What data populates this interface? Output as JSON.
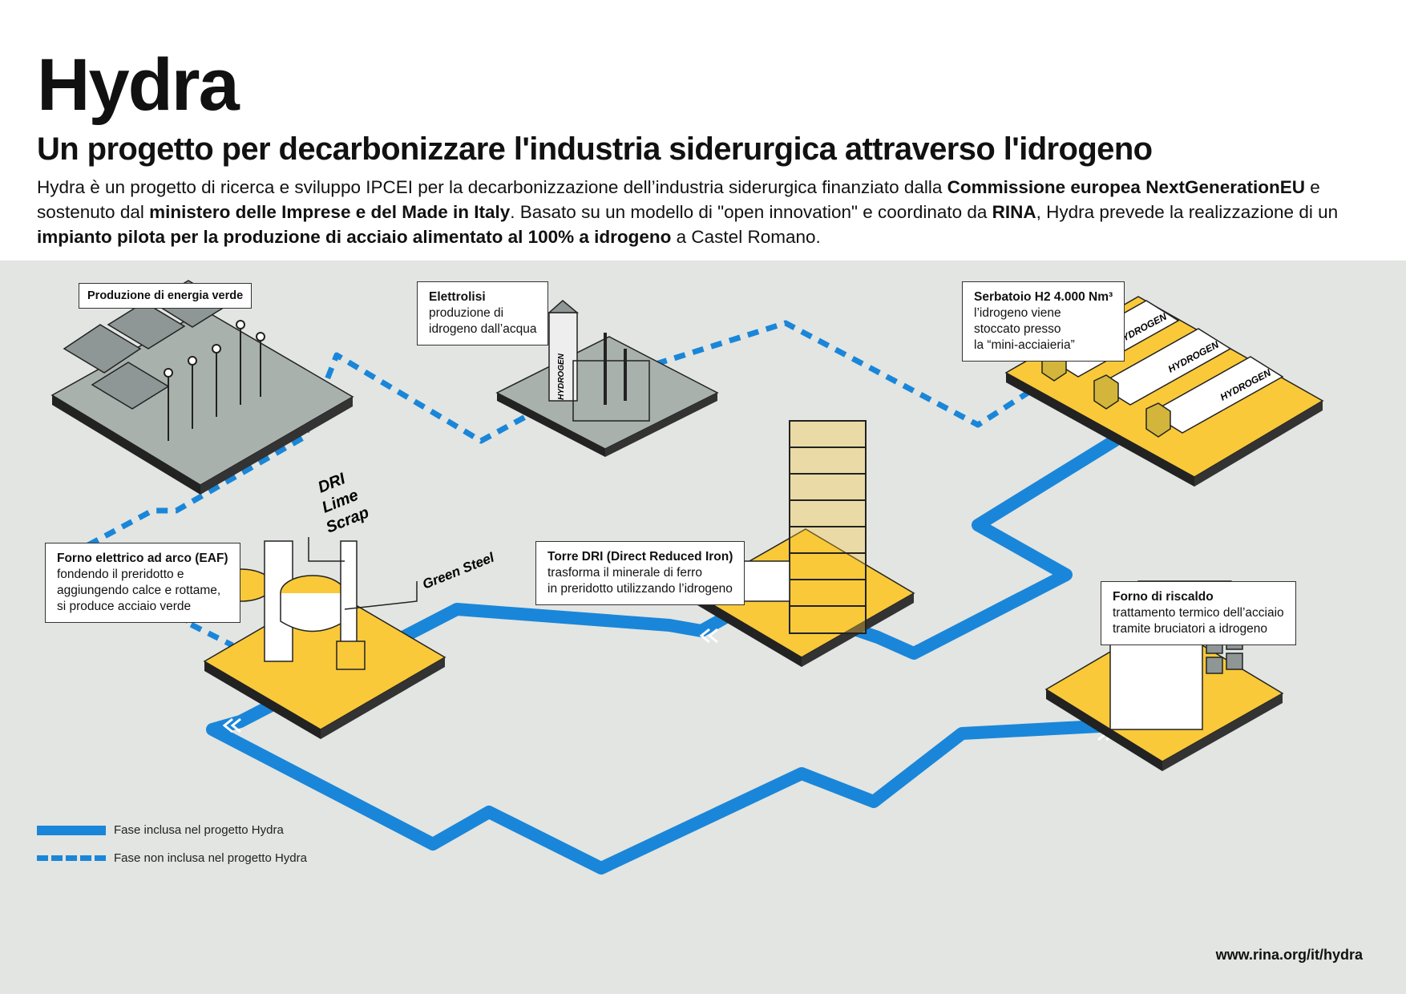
{
  "header": {
    "title": "Hydra",
    "subtitle": "Un progetto per decarbonizzare l'industria siderurgica attraverso l'idrogeno",
    "intro": [
      {
        "text": "Hydra è un progetto di ricerca e sviluppo IPCEI per la decarbonizzazione dell’industria siderurgica finanziato dalla ",
        "bold": false
      },
      {
        "text": "Commissione europea NextGenerationEU",
        "bold": true
      },
      {
        "text": " e sostenuto dal ",
        "bold": false
      },
      {
        "text": "ministero delle Imprese e del Made in Italy",
        "bold": true
      },
      {
        "text": ". Basato su un modello di \"open innovation\" e coordinato da ",
        "bold": false
      },
      {
        "text": "RINA",
        "bold": true
      },
      {
        "text": ", Hydra prevede la realizzazione di un ",
        "bold": false
      },
      {
        "text": "impianto pilota per la produzione di acciaio alimentato al 100% a idrogeno",
        "bold": true
      },
      {
        "text": " a Castel Romano.",
        "bold": false
      }
    ]
  },
  "stations": {
    "green_energy": {
      "title": "Produzione di energia verde"
    },
    "electrolysis": {
      "title": "Elettrolisi",
      "desc": [
        "produzione di",
        "idrogeno dall’acqua"
      ],
      "tank_label": "HYDROGEN"
    },
    "h2_storage": {
      "title": "Serbatoio H2 4.000  Nm³",
      "desc": [
        "l’idrogeno viene",
        "stoccato presso",
        "la “mini-acciaieria”"
      ],
      "tank_label": "HYDROGEN"
    },
    "eaf": {
      "title": "Forno elettrico ad arco (EAF)",
      "desc": [
        "fondendo il preridotto e",
        "aggiungendo calce e rottame,",
        "si produce acciaio verde"
      ],
      "inputs": [
        "DRI",
        "Lime",
        "Scrap"
      ],
      "output": "Green Steel"
    },
    "dri_tower": {
      "title": "Torre DRI (Direct Reduced Iron)",
      "desc": [
        "trasforma il minerale di ferro",
        "in preridotto utilizzando l’idrogeno"
      ]
    },
    "reheat": {
      "title": "Forno di riscaldo",
      "desc": [
        "trattamento termico dell’acciaio",
        "tramite bruciatori a idrogeno"
      ]
    }
  },
  "legend": {
    "included": "Fase inclusa nel progetto Hydra",
    "not_included": "Fase non inclusa nel progetto Hydra"
  },
  "url": "www.rina.org/it/hydra",
  "colors": {
    "accent_yellow": "#f9c93a",
    "route_blue": "#1a86d9",
    "panel_bg": "#e2e5e1",
    "platform_gray": "#a9b1ad"
  }
}
